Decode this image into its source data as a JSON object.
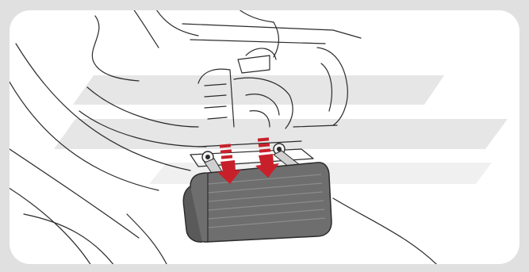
{
  "illustration": {
    "kind": "installation-diagram",
    "watermark_logo": "stylised-stripes-logo",
    "colors": {
      "frame": "#e0e0e0",
      "panel": "#ffffff",
      "line_art": "#2b2b2b",
      "watermark": "#e6e6e6",
      "arrow": "#c8202b",
      "cooler_fill": "#6e6e6e",
      "cooler_fin": "#8c8c8c"
    },
    "arrows": [
      {
        "name": "left-mounting-arrow",
        "direction": "down"
      },
      {
        "name": "right-mounting-arrow",
        "direction": "down"
      }
    ]
  }
}
